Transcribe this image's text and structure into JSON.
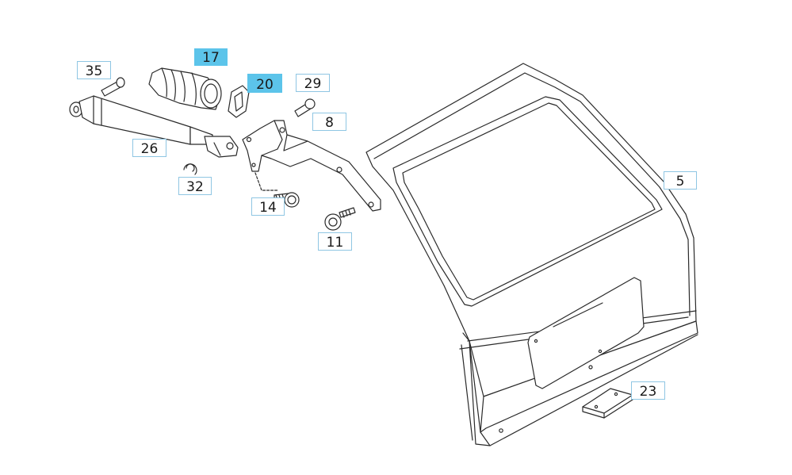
{
  "diagram": {
    "callouts": [
      {
        "id": "35",
        "label": "35",
        "highlighted": false
      },
      {
        "id": "17",
        "label": "17",
        "highlighted": true
      },
      {
        "id": "20",
        "label": "20",
        "highlighted": true
      },
      {
        "id": "29",
        "label": "29",
        "highlighted": false
      },
      {
        "id": "8",
        "label": "8",
        "highlighted": false
      },
      {
        "id": "26",
        "label": "26",
        "highlighted": false
      },
      {
        "id": "32",
        "label": "32",
        "highlighted": false
      },
      {
        "id": "14",
        "label": "14",
        "highlighted": false
      },
      {
        "id": "11",
        "label": "11",
        "highlighted": false
      },
      {
        "id": "5",
        "label": "5",
        "highlighted": false
      },
      {
        "id": "23",
        "label": "23",
        "highlighted": false
      }
    ],
    "colors": {
      "highlight": "#5cc4ea",
      "callout_border": "#8fc6e3",
      "line": "#2a2a2a"
    }
  }
}
